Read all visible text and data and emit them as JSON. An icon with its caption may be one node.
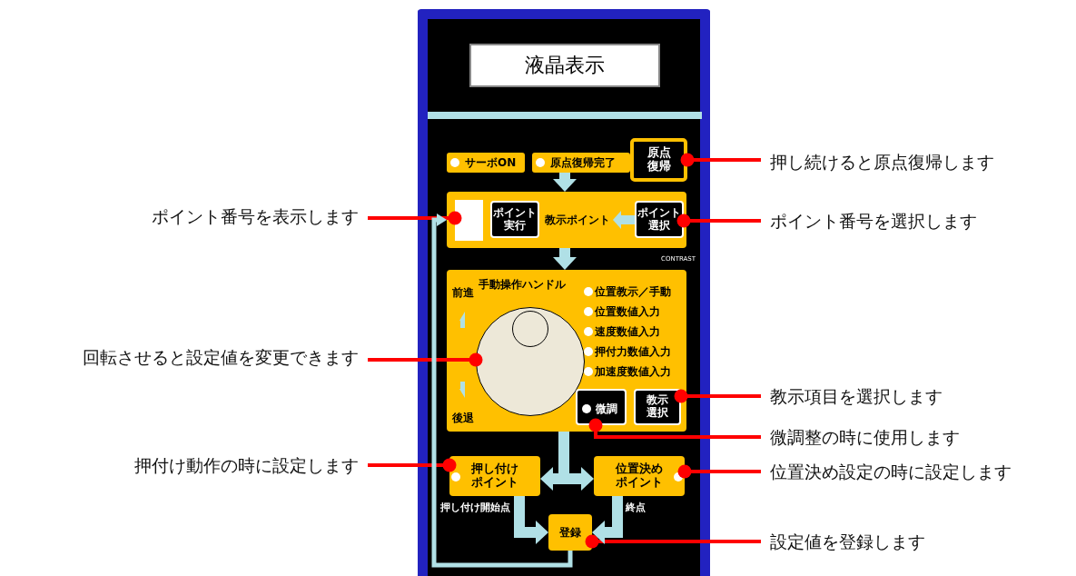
{
  "diagram": {
    "nodes": [
      {
        "text": [
          "液晶表示"
        ]
      },
      {
        "text": [
          "サーボON"
        ]
      },
      {
        "text": [
          "原点復帰完了"
        ]
      },
      {
        "text": [
          "原点復帰"
        ]
      },
      {
        "text": [
          "教示ポイント"
        ]
      },
      {
        "text": [],
        "shape": "box",
        "in": 4
      },
      {
        "text": [
          "ポイント実行"
        ],
        "in": 4
      },
      {
        "text": [
          "ポイント選択"
        ],
        "in": 4
      },
      {
        "text": [
          "手動操作ハンドル",
          "前進",
          "後退",
          "位置教示／手動",
          "位置数値入力",
          "速度数値入力",
          "押付力数値入力",
          "加速度数値入力"
        ]
      },
      {
        "text": [],
        "shape": "circle",
        "in": 8
      },
      {
        "text": [
          "微調"
        ],
        "in": 8
      },
      {
        "text": [
          "教示選択"
        ],
        "in": 8
      },
      {
        "text": [
          "押し付けポイント"
        ],
        "beside": [
          "押し付け開始点"
        ]
      },
      {
        "text": [
          "位置決めポイント"
        ],
        "beside": [
          "終点"
        ]
      },
      {
        "text": [
          "登録"
        ]
      },
      {
        "text": [
          "押し続けると原点復帰します"
        ]
      },
      {
        "text": [
          "ポイント番号を表示します"
        ]
      },
      {
        "text": [
          "ポイント番号を選択します"
        ]
      },
      {
        "text": [
          "回転させると設定値を変更できます"
        ]
      },
      {
        "text": [
          "教示項目を選択します"
        ]
      },
      {
        "text": [
          "微調整の時に使用します"
        ]
      },
      {
        "text": [
          "押付け動作の時に設定します"
        ]
      },
      {
        "text": [
          "位置決め設定の時に設定します"
        ]
      },
      {
        "text": [
          "設定値を登録します"
        ]
      }
    ],
    "edges": [
      {
        "from": 15,
        "to": 3,
        "arrow": "other"
      },
      {
        "from": 16,
        "to": 5,
        "arrow": "other"
      },
      {
        "from": 17,
        "to": 7,
        "arrow": "other"
      },
      {
        "from": 18,
        "to": 9,
        "arrow": "other"
      },
      {
        "from": 19,
        "to": 11,
        "arrow": "other"
      },
      {
        "from": 20,
        "to": 10,
        "arrow": "other"
      },
      {
        "from": 21,
        "to": 12,
        "arrow": "other"
      },
      {
        "from": 22,
        "to": 13,
        "arrow": "other"
      },
      {
        "from": 23,
        "to": 14,
        "arrow": "other"
      },
      {
        "from": 2,
        "to": 4,
        "arrow": "to",
        "style": "thick",
        "color": "#b0e0e6"
      },
      {
        "from": 4,
        "to": 8,
        "arrow": "to",
        "style": "thick",
        "color": "#b0e0e6"
      },
      {
        "from": 8,
        "to": 12,
        "arrow": "to",
        "style": "thick",
        "color": "#b0e0e6"
      },
      {
        "from": 8,
        "to": 13,
        "arrow": "to",
        "style": "thick",
        "color": "#b0e0e6"
      },
      {
        "from": 12,
        "to": 14,
        "arrow": "to",
        "style": "thick",
        "color": "#b0e0e6"
      },
      {
        "from": 13,
        "to": 14,
        "arrow": "to",
        "style": "thick",
        "color": "#b0e0e6"
      },
      {
        "from": 14,
        "to": 4,
        "arrow": "to",
        "color": "#b0e0e6"
      },
      {
        "from": 7,
        "to": 4,
        "arrow": "to",
        "style": "thick",
        "color": "#b0e0e6"
      }
    ],
    "labels": [
      "CONTRAST"
    ]
  }
}
